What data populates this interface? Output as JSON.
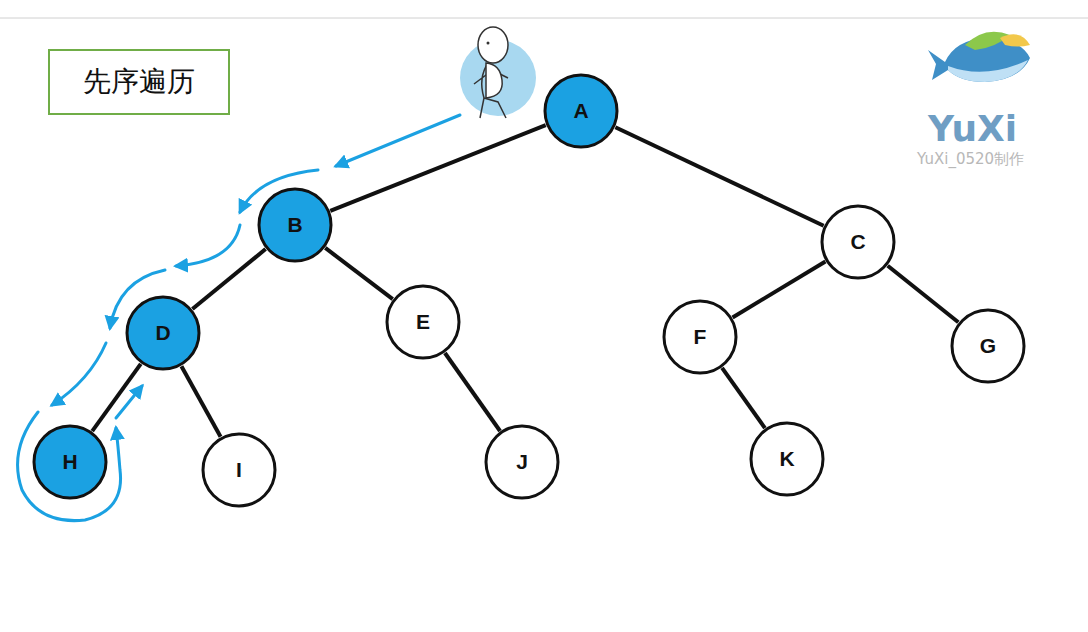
{
  "diagram": {
    "title": "先序遍历",
    "nodes": [
      {
        "text": [
          "A"
        ]
      },
      {
        "text": [
          "B"
        ]
      },
      {
        "text": [
          "C"
        ]
      },
      {
        "text": [
          "D"
        ]
      },
      {
        "text": [
          "E"
        ]
      },
      {
        "text": [
          "F"
        ]
      },
      {
        "text": [
          "G"
        ]
      },
      {
        "text": [
          "H"
        ]
      },
      {
        "text": [
          "I"
        ]
      },
      {
        "text": [
          "J"
        ]
      },
      {
        "text": [
          "K"
        ]
      }
    ],
    "edges": [
      {
        "from": 0,
        "to": 1,
        "arrow": "none"
      },
      {
        "from": 0,
        "to": 2,
        "arrow": "none"
      },
      {
        "from": 1,
        "to": 3,
        "arrow": "none"
      },
      {
        "from": 1,
        "to": 4,
        "arrow": "none"
      },
      {
        "from": 2,
        "to": 5,
        "arrow": "none"
      },
      {
        "from": 2,
        "to": 6,
        "arrow": "none"
      },
      {
        "from": 3,
        "to": 7,
        "arrow": "none"
      },
      {
        "from": 3,
        "to": 8,
        "arrow": "none"
      },
      {
        "from": 4,
        "to": 9,
        "arrow": "none"
      },
      {
        "from": 5,
        "to": 10,
        "arrow": "none"
      }
    ],
    "labels": [
      "YuXi",
      "YuXi_0520制作"
    ]
  }
}
